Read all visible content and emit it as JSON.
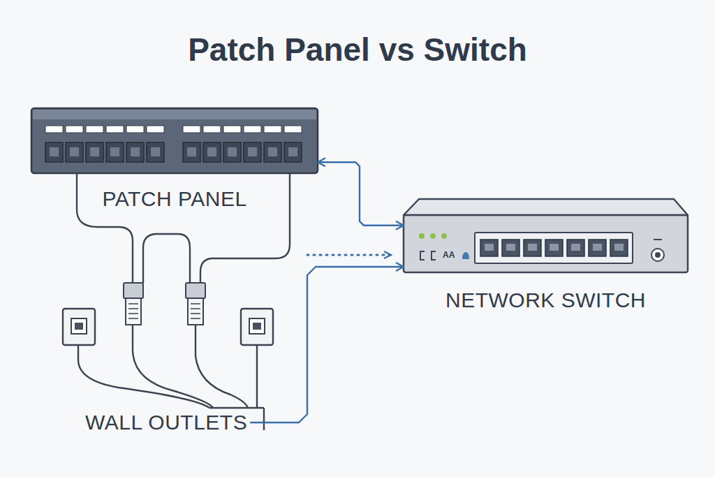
{
  "diagram": {
    "title": "Patch Panel vs Switch",
    "nodes": [
      {
        "text": [
          "PATCH PANEL"
        ]
      },
      {
        "text": [
          "NETWORK SWITCH"
        ]
      },
      {
        "text": [
          "WALL OUTLETS"
        ]
      }
    ],
    "edges": [
      {
        "from": 0,
        "to": 1,
        "arrow": "both"
      },
      {
        "from": 2,
        "to": 1,
        "arrow": "to"
      }
    ],
    "labels": [
      "AA"
    ]
  }
}
